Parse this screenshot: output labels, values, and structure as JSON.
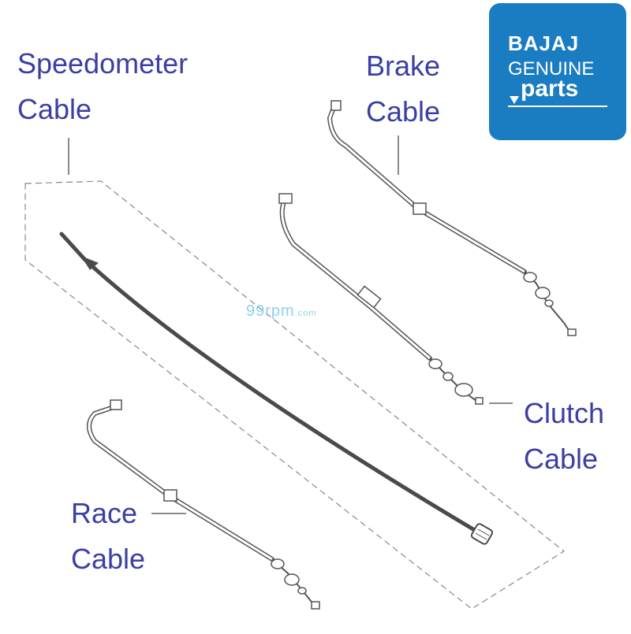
{
  "labels": {
    "speedometer": [
      "Speedometer",
      "Cable"
    ],
    "brake": [
      "Brake",
      "Cable"
    ],
    "clutch": [
      "Clutch",
      "Cable"
    ],
    "race": [
      "Race",
      "Cable"
    ]
  },
  "logo": {
    "brand": "BAJAJ",
    "line2": "GENUINE",
    "line3": "parts",
    "background": "#1a7cc1"
  },
  "watermark": {
    "main": "99rpm",
    "suffix": ".com"
  },
  "colors": {
    "label": "#3b3fa3",
    "line_art": "#555555",
    "dashed_box": "#888888"
  }
}
